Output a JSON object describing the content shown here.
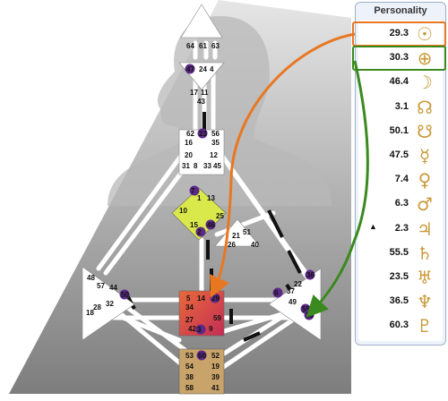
{
  "panel": {
    "title": "Personality",
    "highlight_colors": {
      "first": "#e87722",
      "second": "#3a8a1f"
    },
    "rows": [
      {
        "value": "29.3",
        "marker": "",
        "symbol": "☉",
        "icon": "sun-icon"
      },
      {
        "value": "30.3",
        "marker": "",
        "symbol": "⊕",
        "icon": "earth-icon"
      },
      {
        "value": "46.4",
        "marker": "",
        "symbol": "☽",
        "icon": "moon-icon"
      },
      {
        "value": "3.1",
        "marker": "",
        "symbol": "☊",
        "icon": "north-node-icon"
      },
      {
        "value": "50.1",
        "marker": "",
        "symbol": "☋",
        "icon": "south-node-icon"
      },
      {
        "value": "47.5",
        "marker": "",
        "symbol": "☿",
        "icon": "mercury-icon"
      },
      {
        "value": "7.4",
        "marker": "",
        "symbol": "♀",
        "icon": "venus-icon"
      },
      {
        "value": "6.3",
        "marker": "",
        "symbol": "♂",
        "icon": "mars-icon"
      },
      {
        "value": "2.3",
        "marker": "▲",
        "symbol": "♃",
        "icon": "jupiter-icon"
      },
      {
        "value": "55.5",
        "marker": "",
        "symbol": "♄",
        "icon": "saturn-icon"
      },
      {
        "value": "23.5",
        "marker": "",
        "symbol": "♅",
        "icon": "uranus-icon"
      },
      {
        "value": "36.5",
        "marker": "",
        "symbol": "♆",
        "icon": "neptune-icon"
      },
      {
        "value": "60.3",
        "marker": "",
        "symbol": "♇",
        "icon": "pluto-icon"
      }
    ]
  },
  "bodygraph": {
    "colors": {
      "defined": "#d9e84a",
      "root": "#c9a46a",
      "sacral": "#e0524a",
      "undefined": "#ffffff",
      "gate_badge": "#5b2a86"
    },
    "centers": [
      {
        "name": "head",
        "gates": [
          "64",
          "61",
          "63"
        ],
        "defined": false
      },
      {
        "name": "ajna",
        "gates": [
          "47",
          "24",
          "4"
        ],
        "defined": false
      },
      {
        "name": "throat",
        "gates": [
          "17",
          "11",
          "43",
          "62",
          "23",
          "56",
          "16",
          "35",
          "20",
          "12",
          "31",
          "8",
          "33",
          "45"
        ],
        "defined": false
      },
      {
        "name": "g",
        "gates": [
          "7",
          "1",
          "13",
          "10",
          "25",
          "15",
          "46",
          "2"
        ],
        "defined": true
      },
      {
        "name": "heart",
        "gates": [
          "21",
          "51",
          "26",
          "40"
        ],
        "defined": false
      },
      {
        "name": "spleen",
        "gates": [
          "48",
          "57",
          "44",
          "50",
          "32",
          "28",
          "18"
        ],
        "defined": false
      },
      {
        "name": "solar-plexus",
        "gates": [
          "36",
          "22",
          "37",
          "6",
          "49",
          "55",
          "30"
        ],
        "defined": false
      },
      {
        "name": "sacral",
        "gates": [
          "5",
          "14",
          "29",
          "34",
          "27",
          "59",
          "42",
          "3",
          "9"
        ],
        "defined": true
      },
      {
        "name": "root",
        "gates": [
          "53",
          "60",
          "52",
          "54",
          "19",
          "38",
          "39",
          "58",
          "41"
        ],
        "defined": true
      }
    ]
  }
}
